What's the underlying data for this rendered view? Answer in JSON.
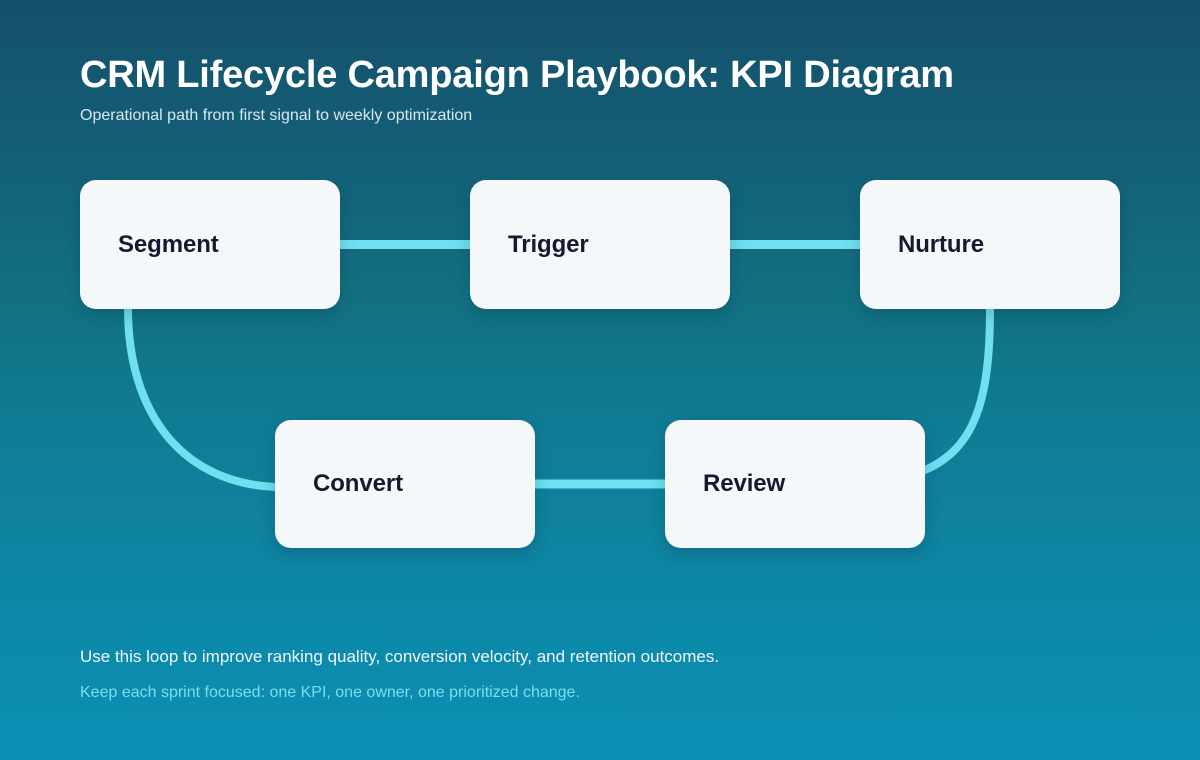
{
  "header": {
    "title": "CRM Lifecycle Campaign Playbook: KPI Diagram",
    "subtitle": "Operational path from first signal to weekly optimization"
  },
  "diagram": {
    "type": "flowchart-loop",
    "nodes": [
      {
        "id": "segment",
        "label": "Segment",
        "row": "top",
        "order": 1
      },
      {
        "id": "trigger",
        "label": "Trigger",
        "row": "top",
        "order": 2
      },
      {
        "id": "nurture",
        "label": "Nurture",
        "row": "top",
        "order": 3
      },
      {
        "id": "convert",
        "label": "Convert",
        "row": "bottom",
        "order": 4
      },
      {
        "id": "review",
        "label": "Review",
        "row": "bottom",
        "order": 5
      }
    ],
    "edges": [
      {
        "from": "segment",
        "to": "trigger",
        "style": "straight"
      },
      {
        "from": "trigger",
        "to": "nurture",
        "style": "straight"
      },
      {
        "from": "nurture",
        "to": "review",
        "style": "curved"
      },
      {
        "from": "review",
        "to": "convert",
        "style": "straight"
      },
      {
        "from": "convert",
        "to": "segment",
        "style": "curved"
      }
    ]
  },
  "footer": {
    "primary": "Use this loop to improve ranking quality, conversion velocity, and retention outcomes.",
    "secondary": "Keep each sprint focused: one KPI, one owner, one prioritized change."
  },
  "colors": {
    "background_top": "#15506a",
    "background_bottom": "#0b90b4",
    "node_fill": "#f5f8fa",
    "node_text": "#141b2d",
    "connector": "#6ee0f0",
    "title_text": "#ffffff",
    "subtitle_text": "#d9e8ee",
    "footer_accent": "#79dff0"
  }
}
